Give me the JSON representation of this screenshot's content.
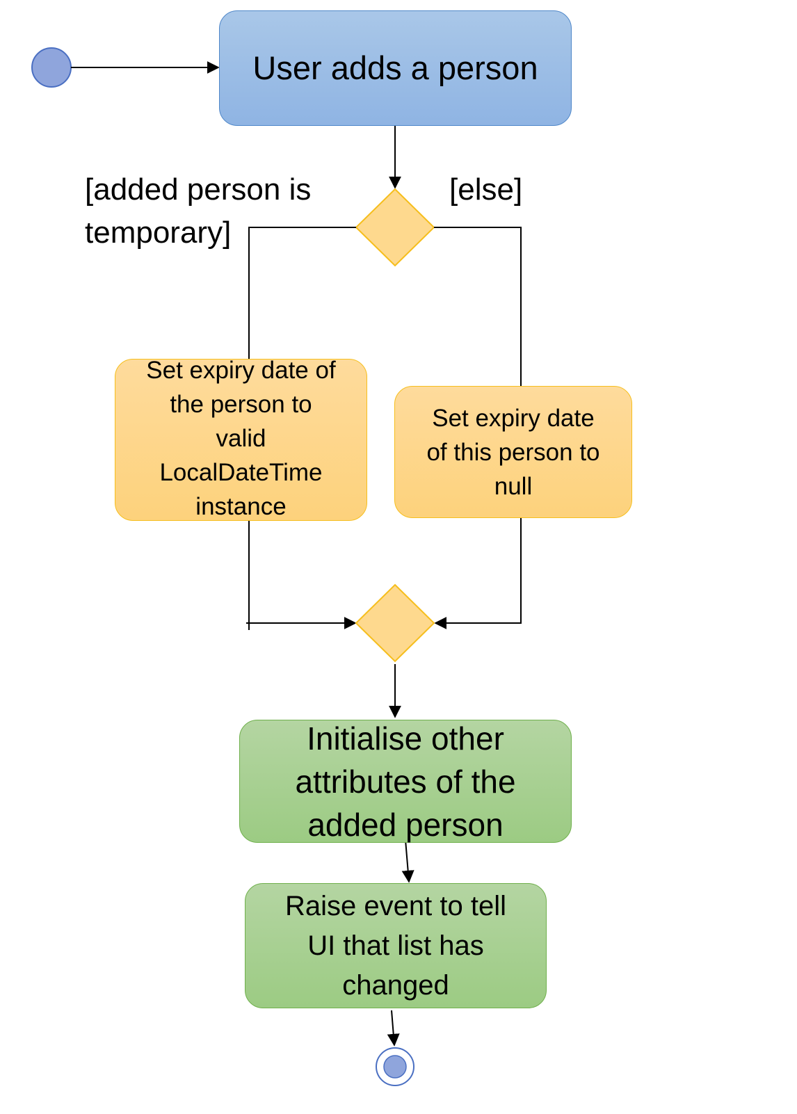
{
  "nodes": {
    "start": "User adds a person",
    "temp_action": "Set expiry date of\nthe person to\nvalid\nLocalDateTime\ninstance",
    "else_action": "Set expiry date\nof this person to\nnull",
    "init_action": "Initialise other\nattributes of the\nadded person",
    "raise_action": "Raise event to tell\nUI that list has\nchanged"
  },
  "guards": {
    "temporary": "[added person is\ntemporary]",
    "else": "[else]"
  },
  "colors": {
    "blue_fill": "#9dbde5",
    "blue_border": "#4f87c9",
    "orange_fill": "#fed98e",
    "orange_border": "#f6be1c",
    "green_fill": "#a8d094",
    "green_border": "#6fb04c",
    "line": "#000000"
  }
}
